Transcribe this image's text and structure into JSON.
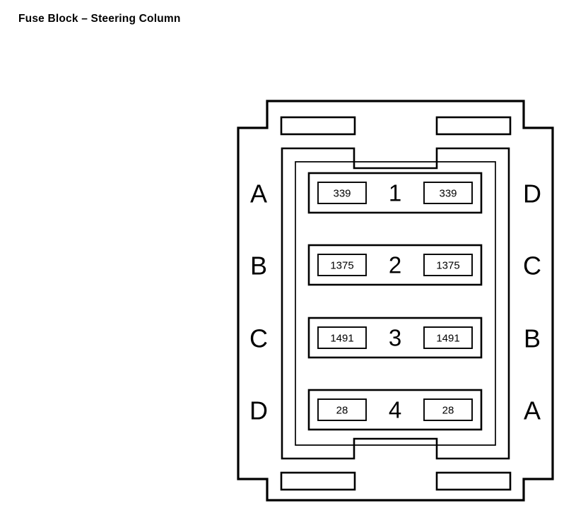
{
  "page": {
    "title": "Fuse Block – Steering Column",
    "background_color": "#ffffff",
    "line_color": "#000000"
  },
  "diagram": {
    "type": "connector-pinout",
    "name": "fuse-block-connector",
    "description": "Fuse block steering column connector face view with four cavity rows and lettered column guides on both sides",
    "rows": [
      {
        "number": "1",
        "left_cavity": "339",
        "right_cavity": "339"
      },
      {
        "number": "2",
        "left_cavity": "1375",
        "right_cavity": "1375"
      },
      {
        "number": "3",
        "left_cavity": "1491",
        "right_cavity": "1491"
      },
      {
        "number": "4",
        "left_cavity": "28",
        "right_cavity": "28"
      }
    ],
    "left_labels": [
      "A",
      "B",
      "C",
      "D"
    ],
    "right_labels": [
      "D",
      "C",
      "B",
      "A"
    ]
  }
}
